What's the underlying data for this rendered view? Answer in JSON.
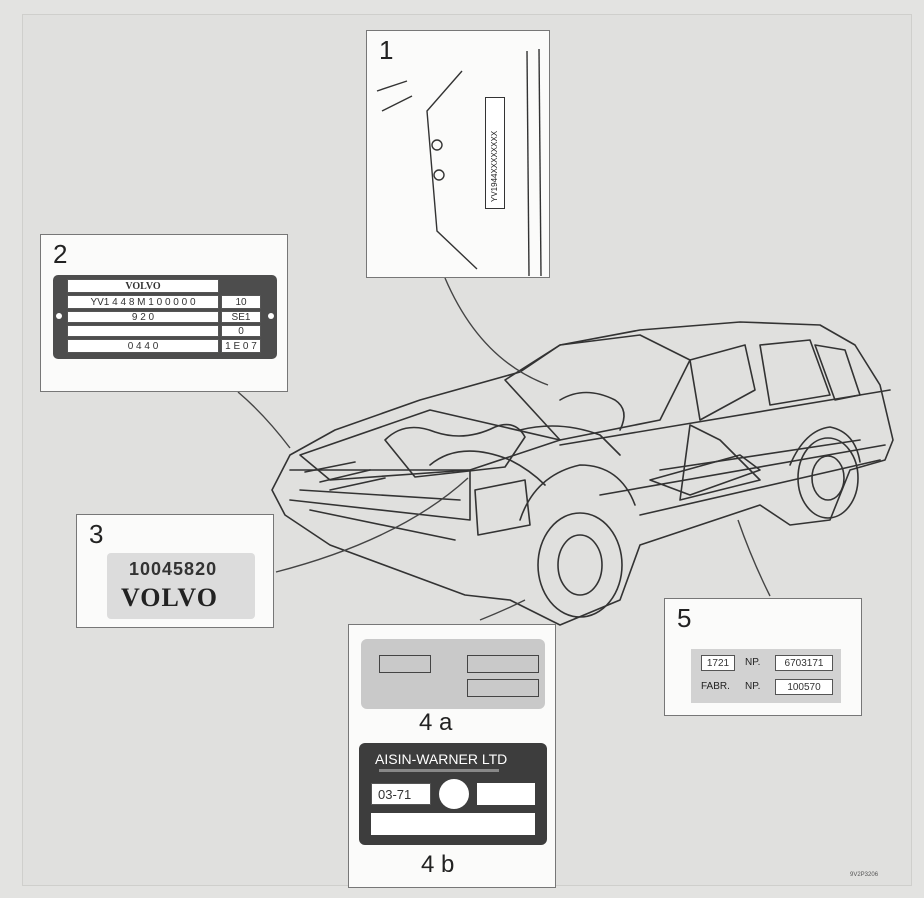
{
  "callouts": {
    "c1": {
      "number": "1",
      "sticker_text": "YV1944XXXXXXXX"
    },
    "c2": {
      "number": "2",
      "brand": "VOLVO",
      "rows": [
        {
          "left": "YV1 4 4 8 M 1 0 0 0 0 0",
          "right": "10"
        },
        {
          "left": "9 2 0",
          "right": "SE1"
        },
        {
          "left": "",
          "right": "0"
        },
        {
          "left": "0 4 4 0",
          "right": "1 E 0 7"
        }
      ]
    },
    "c3": {
      "number": "3",
      "code": "10045820",
      "brand": "VOLVO"
    },
    "c4a": {
      "label": "4 a"
    },
    "c4b": {
      "label": "4 b",
      "maker": "AISIN-WARNER LTD",
      "model": "03-71"
    },
    "c5": {
      "number": "5",
      "row1_box": "1721",
      "row1_label": "NP.",
      "row1_value": "6703171",
      "row2_label": "FABR.",
      "row2_label2": "NP.",
      "row2_value": "100570"
    }
  },
  "footer_code": "9V2P3206"
}
